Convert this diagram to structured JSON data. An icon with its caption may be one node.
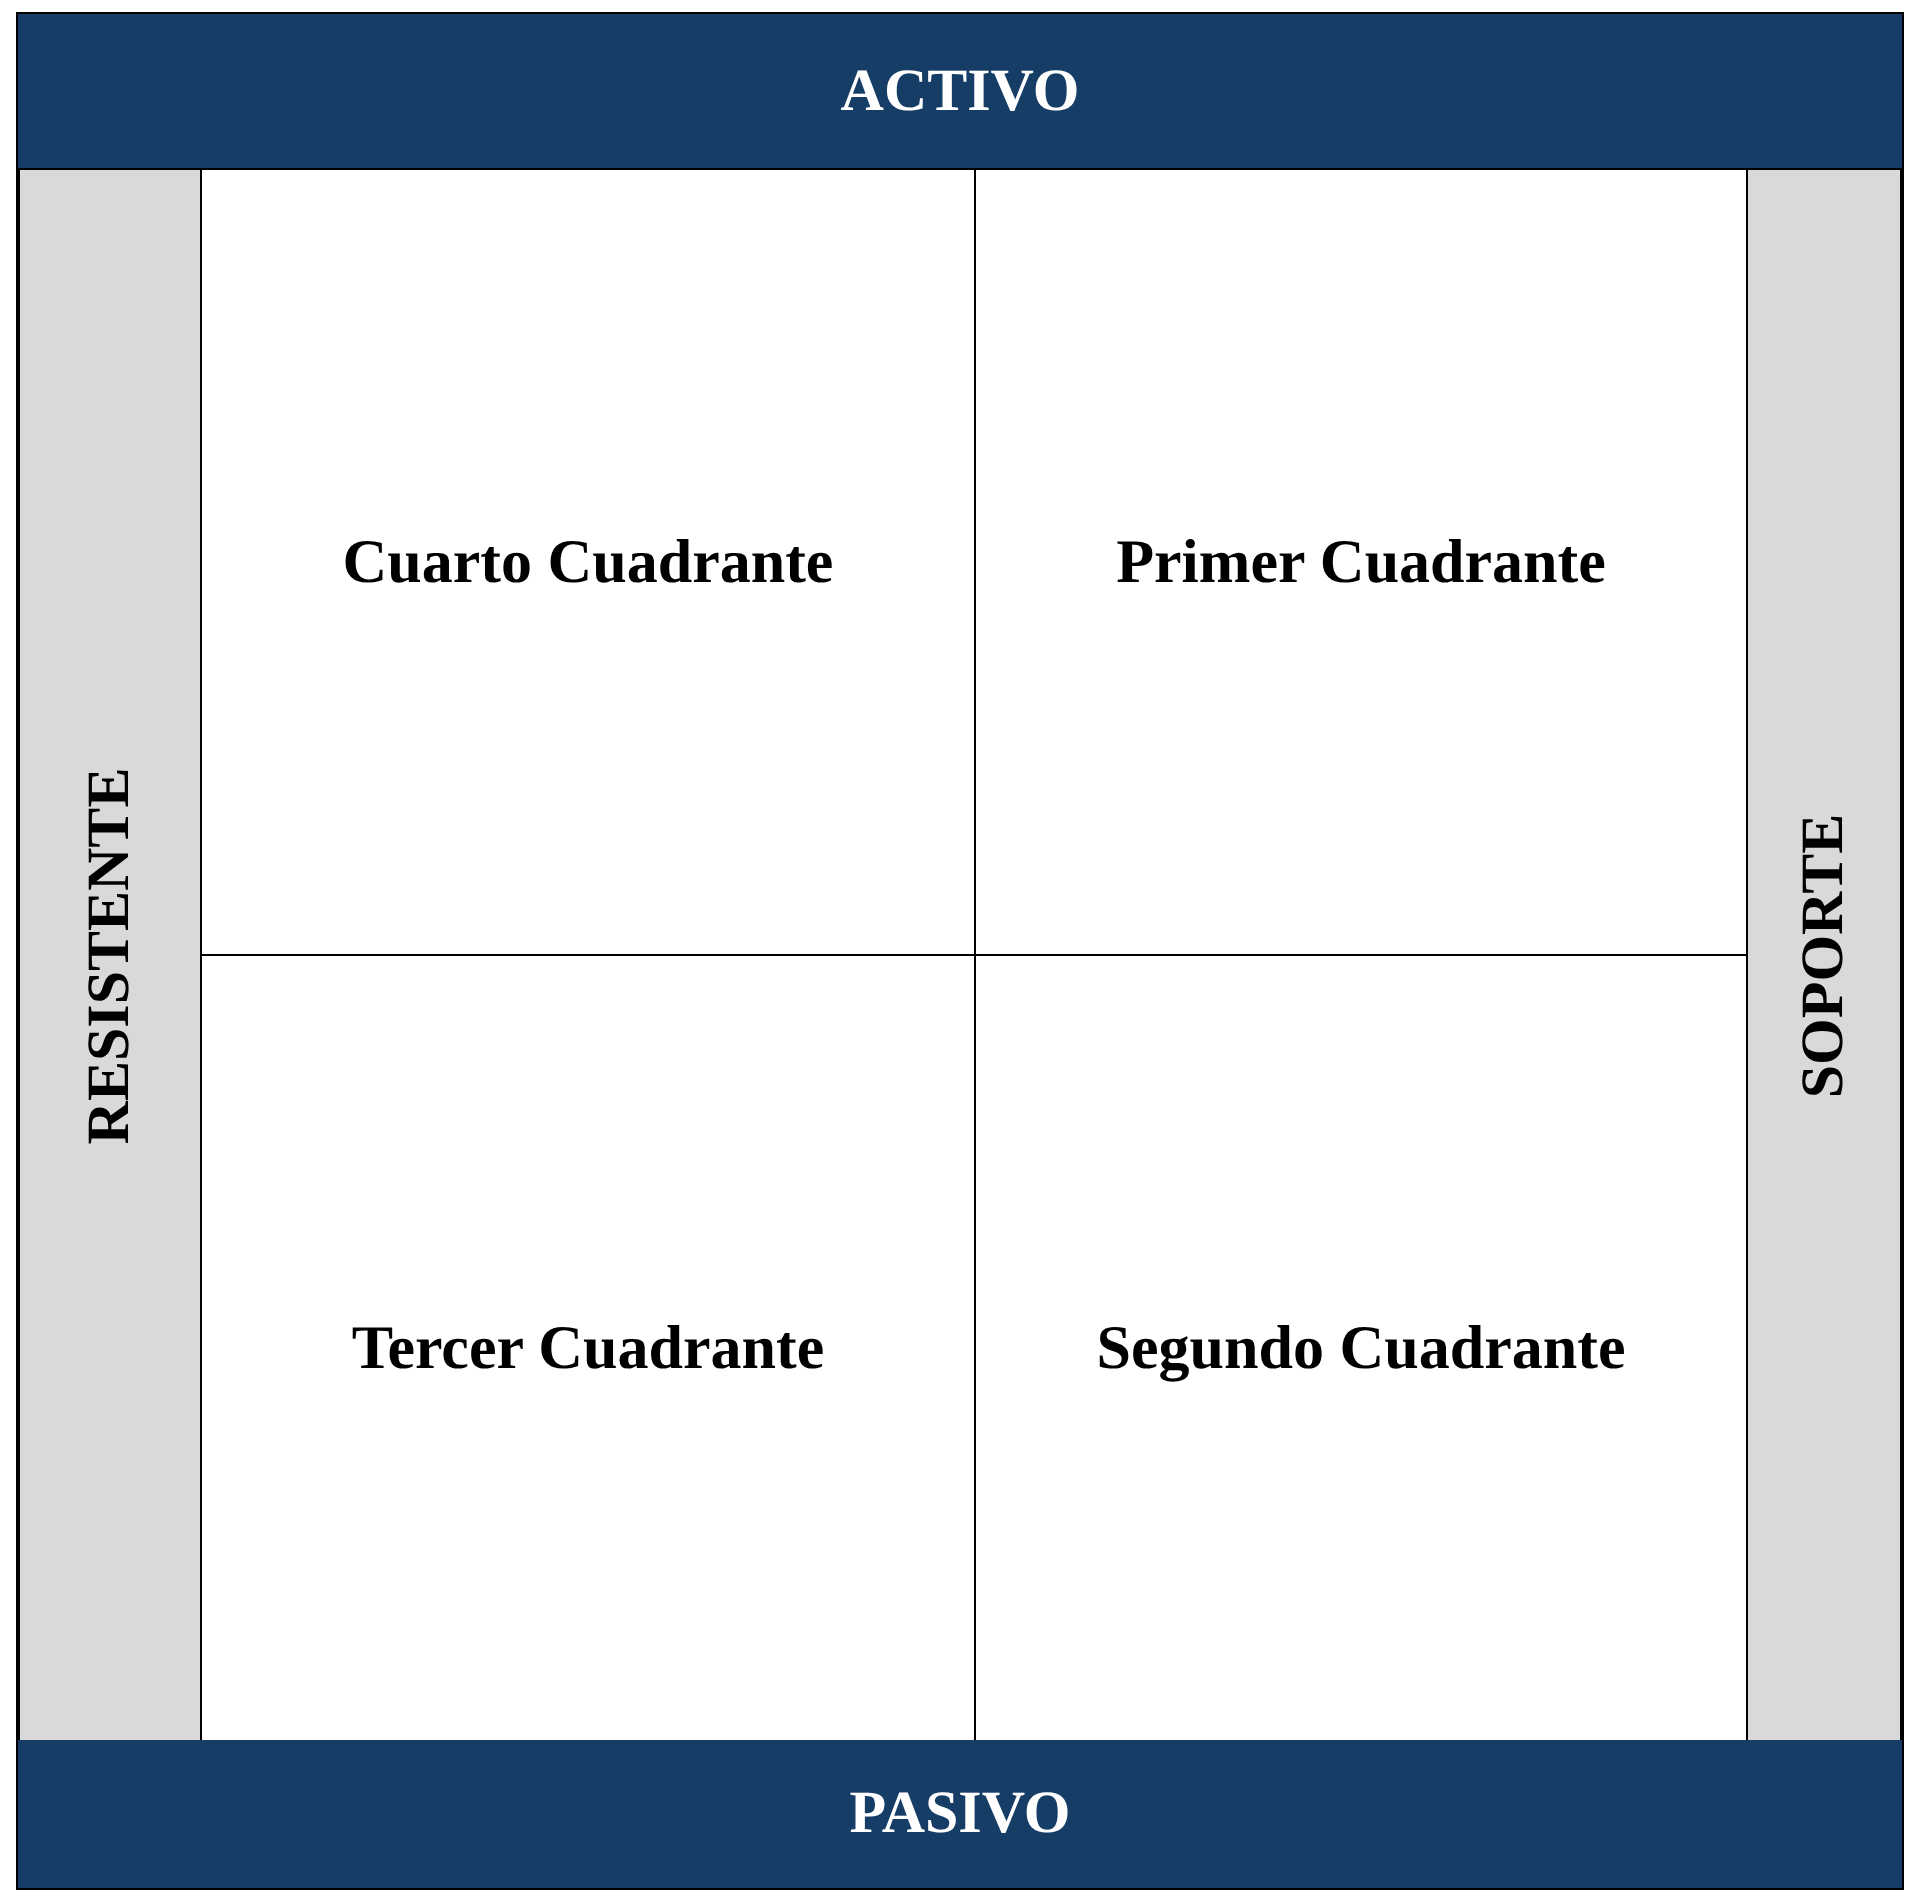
{
  "diagram": {
    "nodes": [
      {
        "text": [
          "ACTIVO"
        ]
      },
      {
        "text": [
          "RESISTENTE"
        ]
      },
      {
        "text": [
          "Cuarto Cuadrante"
        ]
      },
      {
        "text": [
          "Primer Cuadrante"
        ]
      },
      {
        "text": [
          "SOPORTE"
        ]
      },
      {
        "text": [
          "Tercer Cuadrante"
        ]
      },
      {
        "text": [
          "Segundo Cuadrante"
        ]
      },
      {
        "text": [
          "PASIVO"
        ]
      }
    ]
  }
}
